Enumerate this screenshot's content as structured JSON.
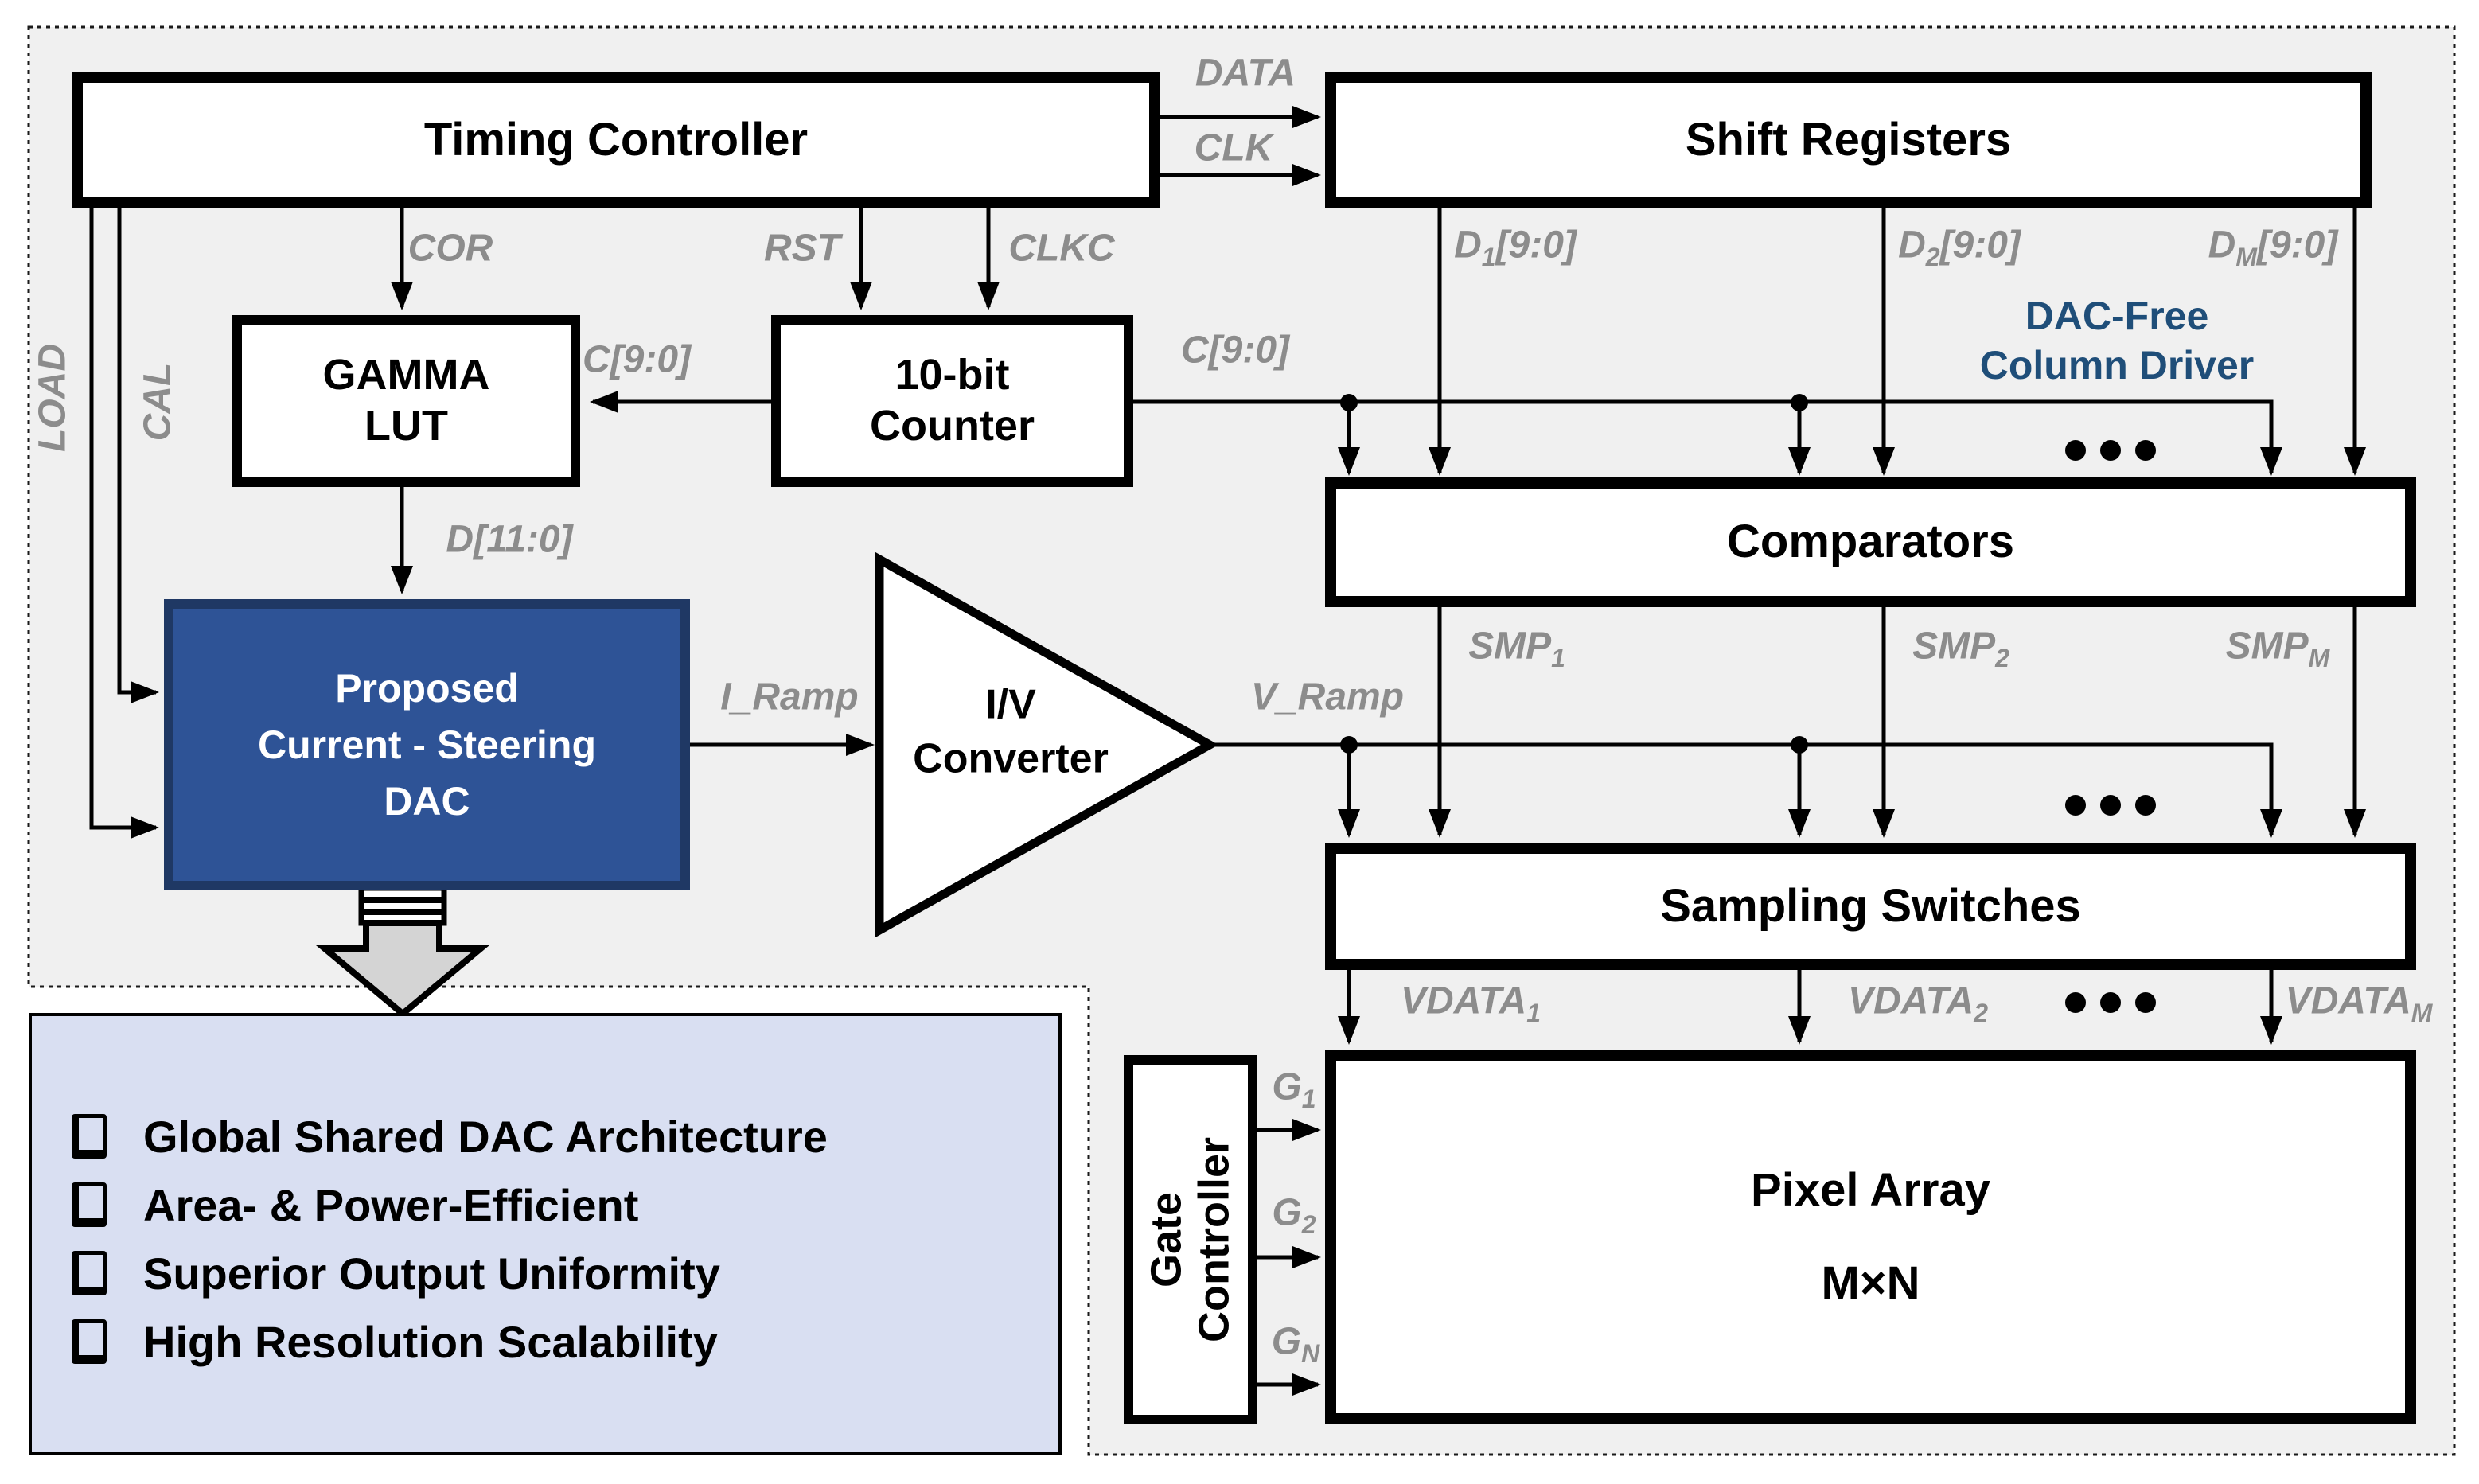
{
  "diagram": {
    "boxes": {
      "timing_controller": {
        "label": "Timing Controller"
      },
      "shift_registers": {
        "label": "Shift Registers"
      },
      "gamma_lut": {
        "line1": "GAMMA",
        "line2": "LUT"
      },
      "counter": {
        "line1": "10-bit",
        "line2": "Counter"
      },
      "dac": {
        "line1": "Proposed",
        "line2": "Current - Steering",
        "line3": "DAC"
      },
      "iv_converter": {
        "line1": "I/V",
        "line2": "Converter"
      },
      "comparators": {
        "label": "Comparators"
      },
      "sampling_switches": {
        "label": "Sampling Switches"
      },
      "pixel_array": {
        "line1": "Pixel Array",
        "line2": "M×N"
      },
      "gate_controller": {
        "line1": "Gate",
        "line2": "Controller"
      },
      "column_driver_caption": {
        "line1": "DAC-Free",
        "line2": "Column Driver"
      }
    },
    "signals": {
      "data": "DATA",
      "clk": "CLK",
      "cor": "COR",
      "rst": "RST",
      "clkc": "CLKC",
      "load": "LOAD",
      "cal": "CAL",
      "c_to_lut": "C[9:0]",
      "c_to_comparators": "C[9:0]",
      "d_lut": "D[11:0]",
      "i_ramp": "I_Ramp",
      "v_ramp": "V_Ramp",
      "d1": {
        "base": "D",
        "sub": "1",
        "rest": "[9:0]"
      },
      "d2": {
        "base": "D",
        "sub": "2",
        "rest": "[9:0]"
      },
      "dm": {
        "base": "D",
        "sub": "M",
        "rest": "[9:0]"
      },
      "smp1": {
        "base": "SMP",
        "sub": "1"
      },
      "smp2": {
        "base": "SMP",
        "sub": "2"
      },
      "smpm": {
        "base": "SMP",
        "sub": "M"
      },
      "vdata1": {
        "base": "VDATA",
        "sub": "1"
      },
      "vdata2": {
        "base": "VDATA",
        "sub": "2"
      },
      "vdatam": {
        "base": "VDATA",
        "sub": "M"
      },
      "g1": {
        "base": "G",
        "sub": "1"
      },
      "g2": {
        "base": "G",
        "sub": "2"
      },
      "gn": {
        "base": "G",
        "sub": "N"
      }
    },
    "features": {
      "items": [
        "Global Shared DAC Architecture",
        "Area- & Power-Efficient",
        "Superior Output Uniformity",
        "High Resolution Scalability"
      ]
    },
    "colors": {
      "dac_fill": "#2E5396",
      "dac_border": "#1F3864",
      "caption_blue": "#1F4E79",
      "signal_gray": "#8C8C8C",
      "panel_gray": "#F0F0F0",
      "features_bg": "#D9DFF2"
    }
  }
}
